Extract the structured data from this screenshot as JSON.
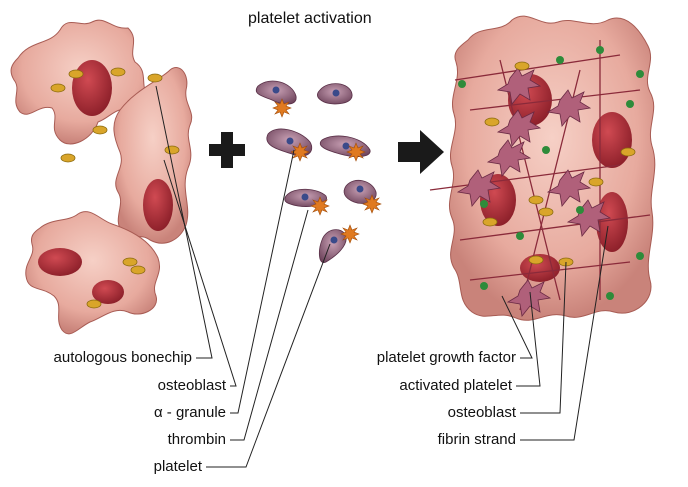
{
  "title": "platelet activation",
  "labels_left": [
    "autologous bonechip",
    "osteoblast",
    "α - granule",
    "thrombin",
    "platelet"
  ],
  "labels_right": [
    "platelet growth factor",
    "activated platelet",
    "osteoblast",
    "fibrin strand"
  ],
  "symbols": {
    "combine": "plus-icon",
    "result": "arrow-right-icon"
  },
  "colors": {
    "bone": "#e9b3a8",
    "bone_edge": "#a85c54",
    "osteoblast_nucleus": "#b0303a",
    "platelet": "#8c6078",
    "granule": "#d9a52a",
    "growth_factor": "#2e8b3a",
    "thrombin": "#e07a20",
    "fibrin": "#8a2a3a"
  }
}
